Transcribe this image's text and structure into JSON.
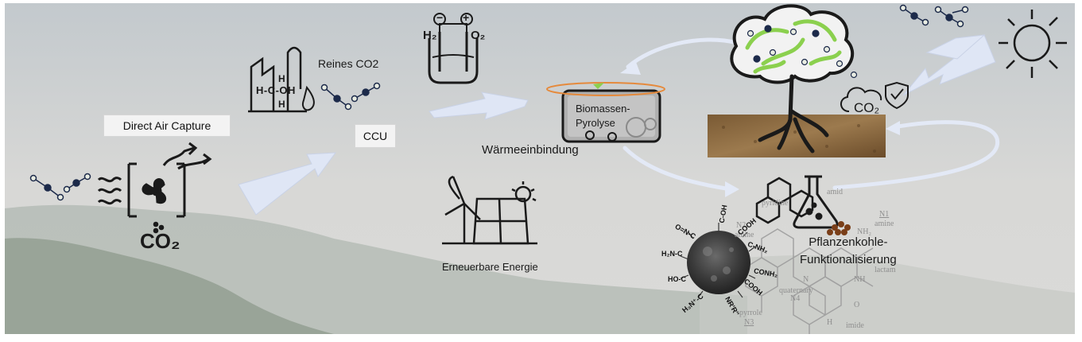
{
  "labels": {
    "reines_co2": "Reines CO2",
    "direct_air_capture": "Direct Air Capture",
    "ccu": "CCU",
    "waermeeinbindung": "Wärmeeinbindung",
    "biomassen_line1": "Biomassen-",
    "biomassen_line2": "Pyrolyse",
    "erneuerbare_energie": "Erneuerbare Energie",
    "pflanzenkohle_line1": "Pflanzenkohle-",
    "pflanzenkohle_line2": "Funktionalisierung"
  },
  "icon_text": {
    "methanol_h_top": "H",
    "methanol_core": "H-C-OH",
    "methanol_h_bottom": "H",
    "electrolysis_h2": "H₂",
    "electrolysis_o2": "O₂",
    "electrolysis_minus": "−",
    "electrolysis_plus": "+",
    "dac_co2": "CO₂",
    "shield_co2": "CO₂"
  },
  "chemistry_labels": {
    "amid": "amid",
    "pyridine": "pyridine",
    "n2": "N2",
    "amine_n2": "amine",
    "n1": "N1",
    "amine_n1": "amine",
    "lactam": "lactam",
    "quaternary": "quaternary",
    "n4": "N4",
    "pyrrole": "pyrrole",
    "n3": "N3",
    "imide": "imide",
    "nh2": "NH₂",
    "nh": "NH",
    "n": "N",
    "h": "H",
    "o": "O"
  },
  "functional_groups": {
    "c_oh": "C-OH",
    "o_n_c": "O=N-C",
    "cooh_top": "COOH",
    "h2n_c": "H₂N-C",
    "c_nh2": "C-NH₂",
    "ho_c": "HO-C",
    "conh2": "CONH₂",
    "cooh_bottom": "COOH",
    "h3n_c": "H₃N⁺-C",
    "nrr": "NR'R''"
  },
  "colors": {
    "arrow": "#dfe6f5",
    "tree_green": "#8bd04e",
    "orange_ring": "#e58a3c",
    "molecule_dark": "#1c2a4a",
    "molecule_light": "#e8ece2"
  }
}
